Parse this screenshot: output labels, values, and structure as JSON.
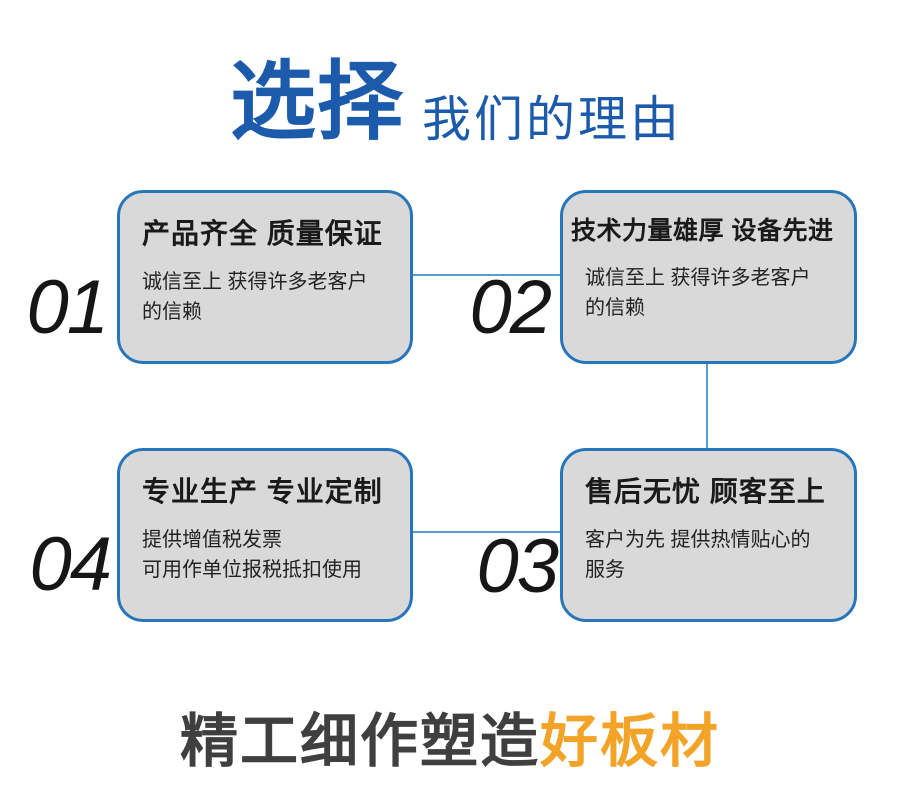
{
  "page": {
    "title": {
      "main": "选择",
      "sub": "我们的理由"
    },
    "cards": [
      {
        "number": "01",
        "title": "产品齐全 质量保证",
        "desc": "诚信至上 获得许多老客户\n的信赖"
      },
      {
        "number": "02",
        "title": "技术力量雄厚 设备先进",
        "desc": "诚信至上 获得许多老客户\n的信赖"
      },
      {
        "number": "03",
        "title": "售后无忧 顾客至上",
        "desc": "客户为先 提供热情贴心的\n服务"
      },
      {
        "number": "04",
        "title": "专业生产 专业定制",
        "desc": "提供增值税发票\n可用作单位报税抵扣使用"
      }
    ],
    "tagline": {
      "prefix": "精工细作塑造",
      "accent": "好板材"
    },
    "colors": {
      "title_blue": "#1c5bac",
      "card_border": "#2776b9",
      "card_bg": "#d9d9d9",
      "connector": "#5b9bd5",
      "number": "#161616",
      "tagline_text": "#3f3f3f",
      "tagline_accent": "#f2a328"
    }
  }
}
